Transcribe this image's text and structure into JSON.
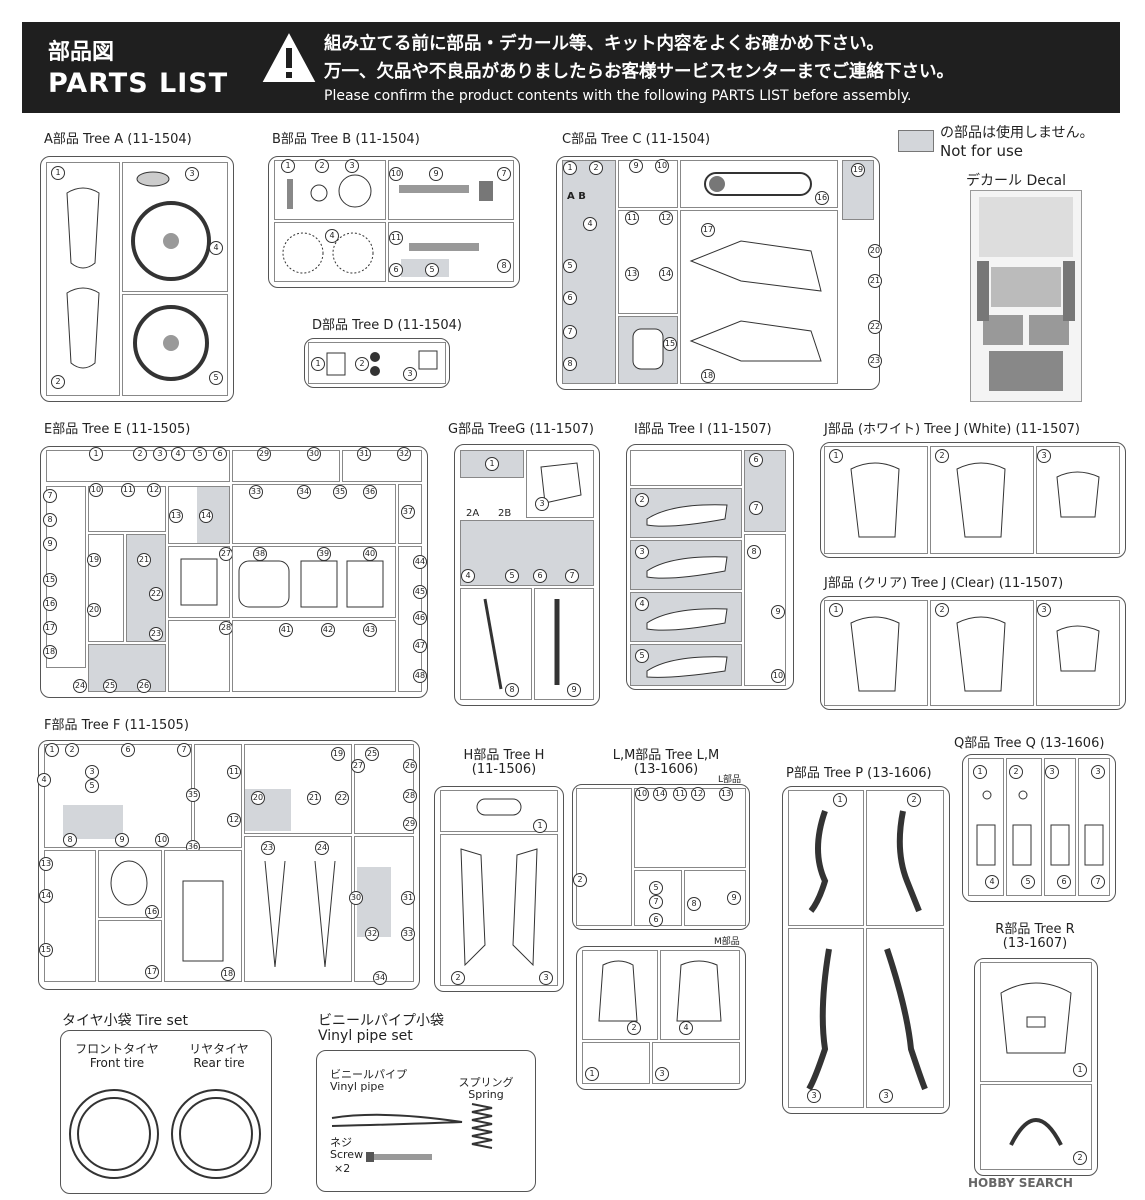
{
  "header": {
    "title_jp": "部品図",
    "title_en": "PARTS LIST",
    "warning_jp_1": "組み立てる前に部品・デカール等、キット内容をよくお確かめ下さい。",
    "warning_jp_2": "万一、欠品や不良品がありましたらお客様サービスセンターまでご連絡下さい。",
    "warning_en": "Please confirm the product contents with the following PARTS LIST before assembly."
  },
  "legend": {
    "not_used_jp": "の部品は使用しません。",
    "not_used_en": "Not for use",
    "decal_label": "デカール Decal"
  },
  "trees": {
    "A": "A部品 Tree A (11-1504)",
    "B": "B部品 Tree B (11-1504)",
    "C": "C部品 Tree C (11-1504)",
    "D": "D部品 Tree D (11-1504)",
    "E": "E部品 Tree E (11-1505)",
    "G": "G部品 TreeG (11-1507)",
    "I": "I部品 Tree I (11-1507)",
    "J_white": "J部品 (ホワイト) Tree J (White) (11-1507)",
    "J_clear": "J部品 (クリア) Tree J (Clear) (11-1507)",
    "F": "F部品 Tree F (11-1505)",
    "H_1": "H部品 Tree H",
    "H_2": "(11-1506)",
    "LM_1": "L,M部品 Tree L,M",
    "LM_2": "(13-1606)",
    "L_sub": "L部品",
    "M_sub": "M部品",
    "P": "P部品 Tree P (13-1606)",
    "Q": "Q部品 Tree Q (13-1606)",
    "R_1": "R部品 Tree R",
    "R_2": "(13-1607)"
  },
  "tire_set": {
    "title": "タイヤ小袋 Tire set",
    "front_jp": "フロントタイヤ",
    "front_en": "Front tire",
    "rear_jp": "リヤタイヤ",
    "rear_en": "Rear tire"
  },
  "vinyl_set": {
    "title_jp": "ビニールパイプ小袋",
    "title_en": "Vinyl pipe set",
    "pipe_jp": "ビニールパイプ",
    "pipe_en": "Vinyl pipe",
    "spring_jp": "スプリング",
    "spring_en": "Spring",
    "screw_jp": "ネジ",
    "screw_en": "Screw",
    "screw_qty": "×2"
  },
  "sub_labels": {
    "ab": "A B",
    "g2a": "2A",
    "g2b": "2B"
  },
  "watermark": "HOBBY SEARCH",
  "colors": {
    "header_bg": "#1f1f1f",
    "not_used_gray": "#d3d6da"
  }
}
